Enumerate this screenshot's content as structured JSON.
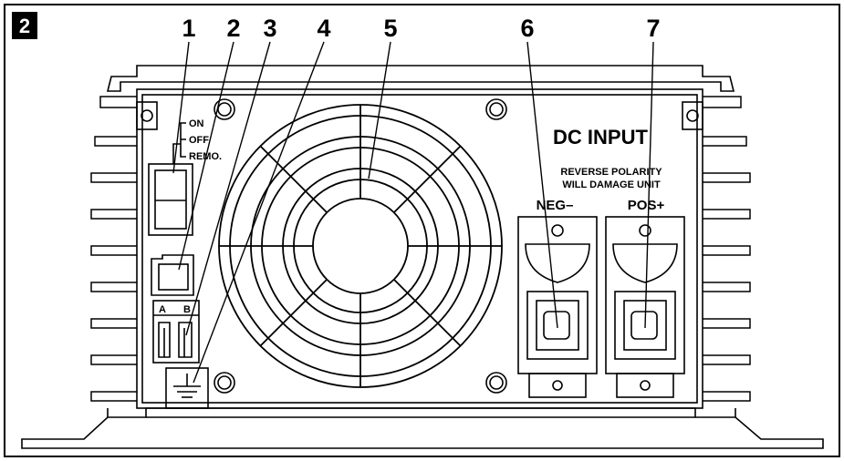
{
  "figure": {
    "number": "2"
  },
  "callouts": [
    "1",
    "2",
    "3",
    "4",
    "5",
    "6",
    "7"
  ],
  "switch": {
    "on_label": "ON",
    "off_label": "OFF",
    "remote_label": "REMO."
  },
  "ports": {
    "a_label": "A",
    "b_label": "B"
  },
  "dc_input": {
    "title": "DC INPUT",
    "warning_line1": "REVERSE POLARITY",
    "warning_line2": "WILL DAMAGE UNIT",
    "neg_label": "NEG–",
    "pos_label": "POS+"
  },
  "colors": {
    "line": "#000000",
    "panel": "#ffffff",
    "badge": "#000000"
  },
  "icons": [
    "ground-icon"
  ]
}
